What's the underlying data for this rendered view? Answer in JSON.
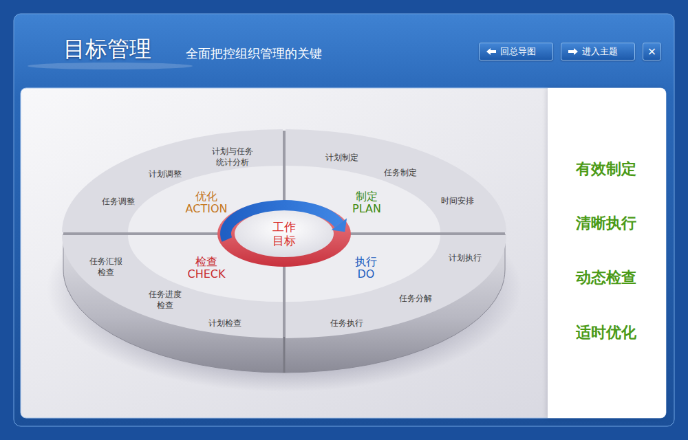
{
  "diagram": {
    "title": "目标管理",
    "nodes": [
      {
        "text": [
          "回总导图"
        ]
      },
      {
        "text": [
          "进入主题"
        ]
      },
      {
        "text": [
          "×"
        ]
      },
      {
        "text": [
          "优化 ACTION",
          "计划与任务 统计分析",
          "计划调整",
          "任务调整"
        ]
      },
      {
        "text": [
          "制定 PLAN",
          "计划制定",
          "任务制定",
          "时间安排"
        ]
      },
      {
        "text": [
          "工作 目标"
        ]
      },
      {
        "text": [
          "检查 CHECK",
          "任务汇报 检查",
          "任务进度 检查",
          "计划检查"
        ]
      },
      {
        "text": [
          "执行 DO",
          "计划执行",
          "任务分解",
          "任务执行"
        ]
      },
      {
        "text": [
          "有效制定",
          "清晰执行",
          "动态检查",
          "适时优化"
        ]
      }
    ],
    "labels": [
      "全面把控组织管理的关键"
    ]
  }
}
